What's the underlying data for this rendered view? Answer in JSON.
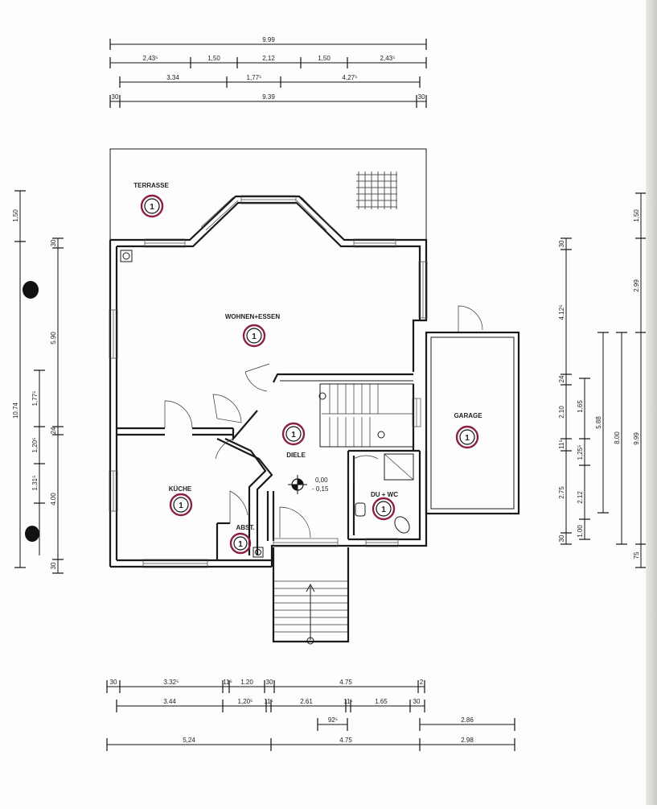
{
  "rooms": {
    "terrasse": "TERRASSE",
    "wohnen": "WOHNEN+ESSEN",
    "diele": "DIELE",
    "garage": "GARAGE",
    "kueche": "KÜCHE",
    "abst": "ABST.",
    "duwc": "DU + WC"
  },
  "room_mark": "1",
  "level": {
    "upper": "0,00",
    "lower": "- 0,15"
  },
  "dims_top": {
    "row1": [
      "9.99"
    ],
    "row2": [
      "2,43⁵",
      "1,50",
      "2,12",
      "1,50",
      "2,43⁵"
    ],
    "row3": [
      "3.34",
      "1,77⁵",
      "4,27⁵"
    ],
    "row4": [
      "30",
      "9.39",
      "30"
    ]
  },
  "dims_left": {
    "outer": [
      "1,50",
      "10.74"
    ],
    "mid": [
      "1,77⁵",
      "1,20⁵",
      "1,31⁵"
    ],
    "inner": [
      "30",
      "5.90",
      "24",
      "4.00",
      "30"
    ]
  },
  "dims_right": {
    "inner": [
      "30",
      "4.12⁵",
      "24",
      "2.10",
      "11⁵",
      "2.75",
      "30"
    ],
    "mid": [
      "1,65",
      "1,25⁵",
      "2.12",
      "1.00"
    ],
    "r3": [
      "5.88"
    ],
    "r4": [
      "8.00"
    ],
    "outer": [
      "1,50",
      "2.99",
      "9.99",
      "75"
    ]
  },
  "dims_bottom": {
    "row1": [
      "30",
      "3.32⁵",
      "11⁵",
      "1.20",
      "30",
      "4.75",
      "2"
    ],
    "row2": [
      "3.44",
      "1,20⁵",
      "11⁵",
      "2.61",
      "11⁵",
      "1.65",
      "30"
    ],
    "row3": [
      "92⁵",
      "2.86"
    ],
    "row4": [
      "5,24",
      "4.75",
      "2.98"
    ]
  }
}
